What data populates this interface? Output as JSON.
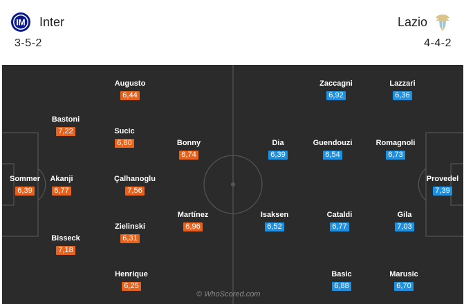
{
  "home": {
    "name": "Inter",
    "formation": "3-5-2",
    "rating_color": "#e8621b",
    "logo_icon": "inter-crest-icon",
    "players": [
      {
        "name": "Sommer",
        "rating": "6,39"
      },
      {
        "name": "Bastoni",
        "rating": "7,22"
      },
      {
        "name": "Akanji",
        "rating": "6,77"
      },
      {
        "name": "Bisseck",
        "rating": "7,18"
      },
      {
        "name": "Augusto",
        "rating": "6,44"
      },
      {
        "name": "Sucic",
        "rating": "6,80"
      },
      {
        "name": "Çalhanoglu",
        "rating": "7,56"
      },
      {
        "name": "Zielinski",
        "rating": "6,31"
      },
      {
        "name": "Henrique",
        "rating": "6,25"
      },
      {
        "name": "Bonny",
        "rating": "6,74"
      },
      {
        "name": "Martínez",
        "rating": "6,96"
      }
    ]
  },
  "away": {
    "name": "Lazio",
    "formation": "4-4-2",
    "rating_color": "#1e90e0",
    "logo_icon": "lazio-eagle-icon",
    "players": [
      {
        "name": "Dia",
        "rating": "6,39"
      },
      {
        "name": "Isaksen",
        "rating": "6,52"
      },
      {
        "name": "Zaccagni",
        "rating": "6,92"
      },
      {
        "name": "Guendouzi",
        "rating": "6,54"
      },
      {
        "name": "Cataldi",
        "rating": "6,77"
      },
      {
        "name": "Basic",
        "rating": "6,88"
      },
      {
        "name": "Lazzari",
        "rating": "6,36"
      },
      {
        "name": "Romagnoli",
        "rating": "6,73"
      },
      {
        "name": "Gila",
        "rating": "7,03"
      },
      {
        "name": "Marusic",
        "rating": "6,70"
      },
      {
        "name": "Provedel",
        "rating": "7,39"
      }
    ]
  },
  "watermark": "© WhoScored.com"
}
